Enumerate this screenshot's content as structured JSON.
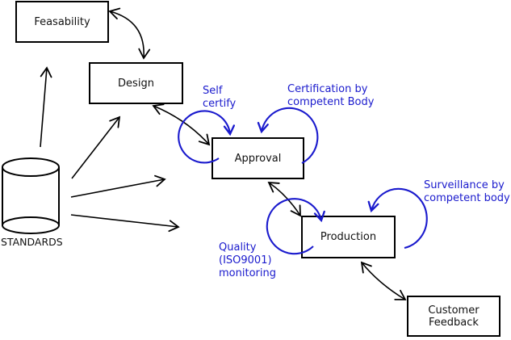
{
  "diagram": {
    "title": "Standards-driven product process flow",
    "colors": {
      "line": "#000000",
      "annotation_blue": "#1a1acd",
      "background": "#ffffff"
    },
    "nodes": [
      {
        "id": "feasability",
        "label": "Feasability"
      },
      {
        "id": "design",
        "label": "Design"
      },
      {
        "id": "approval",
        "label": "Approval"
      },
      {
        "id": "production",
        "label": "Production"
      },
      {
        "id": "customer-feedback",
        "label": "Customer\nFeedback"
      }
    ],
    "datastore": {
      "label": "STANDARDS",
      "shape": "cylinder"
    },
    "annotations": [
      {
        "id": "self-certify",
        "text": "Self\ncertify"
      },
      {
        "id": "certification",
        "text": "Certification by\ncompetent Body"
      },
      {
        "id": "surveillance",
        "text": "Surveillance by\ncompetent body"
      },
      {
        "id": "quality",
        "text": "Quality\n(ISO9001)\nmonitoring"
      }
    ],
    "connections": [
      {
        "from": "Feasability",
        "to": "Design",
        "style": "double-arrow"
      },
      {
        "from": "Design",
        "to": "Approval",
        "style": "double-arrow"
      },
      {
        "from": "Approval",
        "to": "Production",
        "style": "double-arrow"
      },
      {
        "from": "Production",
        "to": "Customer Feedback",
        "style": "double-arrow"
      },
      {
        "from": "STANDARDS",
        "to": "Feasability",
        "style": "arrow"
      },
      {
        "from": "STANDARDS",
        "to": "Design",
        "style": "arrow"
      },
      {
        "from": "STANDARDS",
        "to": "Approval",
        "style": "arrow"
      },
      {
        "from": "STANDARDS",
        "to": "Production",
        "style": "arrow"
      },
      {
        "loop_on": "Approval",
        "label": "Self certify",
        "style": "blue-loop"
      },
      {
        "loop_on": "Approval",
        "label": "Certification by competent Body",
        "style": "blue-loop"
      },
      {
        "loop_on": "Production",
        "label": "Quality (ISO9001) monitoring",
        "style": "blue-loop"
      },
      {
        "loop_on": "Production",
        "label": "Surveillance by competent body",
        "style": "blue-loop"
      }
    ]
  }
}
